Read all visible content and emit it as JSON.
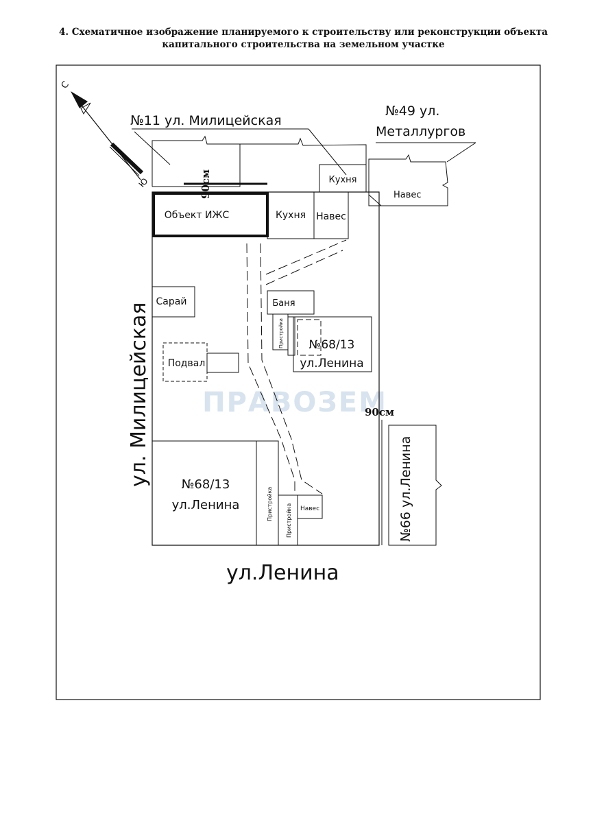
{
  "header": {
    "title_line1": "4. Схематичное изображение планируемого к строительству или реконструкции объекта",
    "title_line2": "капитального строительства на земельном участке"
  },
  "compass": {
    "north": "С",
    "south": "Ю"
  },
  "streets": {
    "militseyskaya": "ул. Милицейская",
    "lenina": "ул.Ленина"
  },
  "neighbors": {
    "no11": "№11 ул. Милицейская",
    "no49_line1": "№49 ул.",
    "no49_line2": "Металлургов",
    "no66": "№66 ул.Ленина"
  },
  "buildings": {
    "object_izhs": "Объект ИЖС",
    "kitchen_main": "Кухня",
    "canopy_main": "Навес",
    "kitchen_north": "Кухня",
    "canopy_north": "Навес",
    "shed": "Сарай",
    "cellar": "Подвал",
    "bathhouse": "Баня",
    "annex_small_1": "Пристройка",
    "house_upper_line1": "№68/13",
    "house_upper_line2": "ул.Ленина",
    "house_lower_line1": "№68/13",
    "house_lower_line2": "ул.Ленина",
    "annex_lower_1": "Пристройка",
    "annex_lower_2": "Пристройка",
    "canopy_lower": "Навес"
  },
  "dimensions": {
    "setback_north": "90см",
    "setback_east": "90см"
  },
  "watermark": "ПРАВОЗЕМ"
}
